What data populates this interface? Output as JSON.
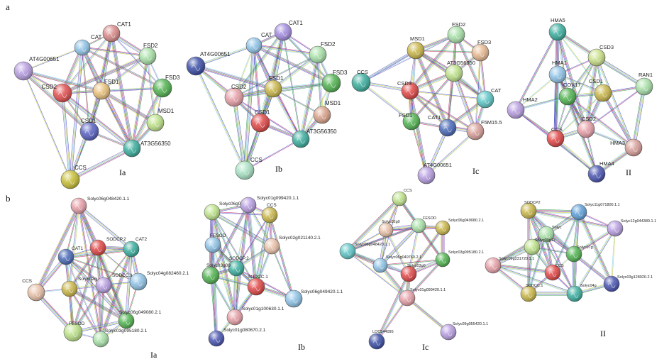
{
  "figure": {
    "row_labels": [
      "a",
      "b"
    ],
    "panels": [
      {
        "id": "a-Ia",
        "label": "Ia",
        "nodes": [
          {
            "id": "CAT1",
            "color": "#d98a8a"
          },
          {
            "id": "CAT",
            "color": "#8fc3e6"
          },
          {
            "id": "FSD2",
            "color": "#a8e0a8"
          },
          {
            "id": "AT4G00651",
            "color": "#b79ee0"
          },
          {
            "id": "CSD2",
            "color": "#e05050"
          },
          {
            "id": "FSD1",
            "color": "#e8c07a"
          },
          {
            "id": "FSD3",
            "color": "#52b352"
          },
          {
            "id": "MSD1",
            "color": "#bde28a"
          },
          {
            "id": "CSD1",
            "color": "#5a62c2"
          },
          {
            "id": "AT3G56350",
            "color": "#3cae9e"
          },
          {
            "id": "CCS",
            "color": "#c8bf38"
          }
        ]
      },
      {
        "id": "a-Ib",
        "label": "Ib",
        "nodes": [
          {
            "id": "CAT1",
            "color": "#a48ee0"
          },
          {
            "id": "CAT",
            "color": "#8fc3e6"
          },
          {
            "id": "FSD2",
            "color": "#a8e0a8"
          },
          {
            "id": "AT4G00651",
            "color": "#3c4fa6"
          },
          {
            "id": "CSD2",
            "color": "#e6a0a8"
          },
          {
            "id": "FSD1",
            "color": "#c9b64a"
          },
          {
            "id": "FSD3",
            "color": "#52b352"
          },
          {
            "id": "MSD1",
            "color": "#d8a28a"
          },
          {
            "id": "CSD1",
            "color": "#e04848"
          },
          {
            "id": "AT3G56350",
            "color": "#3cae9e"
          },
          {
            "id": "CCS",
            "color": "#a9e2c4"
          }
        ]
      },
      {
        "id": "a-Ic",
        "label": "Ic",
        "nodes": [
          {
            "id": "FSD2",
            "color": "#a8e0a8"
          },
          {
            "id": "MSD1",
            "color": "#c9b64a"
          },
          {
            "id": "FSD3",
            "color": "#e6b890"
          },
          {
            "id": "AT3G56350",
            "color": "#bde28a"
          },
          {
            "id": "CCS",
            "color": "#3cae9e"
          },
          {
            "id": "CSD3",
            "color": "#e04848"
          },
          {
            "id": "CAT",
            "color": "#5fc6c6"
          },
          {
            "id": "FSD1",
            "color": "#52b352"
          },
          {
            "id": "CAT1",
            "color": "#4a6ab8"
          },
          {
            "id": "F5M15.5",
            "color": "#d8a09a"
          },
          {
            "id": "AT4G00651",
            "color": "#b79ee0"
          }
        ]
      },
      {
        "id": "a-II",
        "label": "II",
        "nodes": [
          {
            "id": "HMA5",
            "color": "#3cae9e"
          },
          {
            "id": "CSD3",
            "color": "#c9e08a"
          },
          {
            "id": "HMA1",
            "color": "#8fc3e6"
          },
          {
            "id": "RAN1",
            "color": "#a8e0a8"
          },
          {
            "id": "COX17",
            "color": "#52b352"
          },
          {
            "id": "CSD1",
            "color": "#c9b64a"
          },
          {
            "id": "HMA2",
            "color": "#b79ee0"
          },
          {
            "id": "CCS",
            "color": "#e04848"
          },
          {
            "id": "CSD2",
            "color": "#e6a0a8"
          },
          {
            "id": "HMA3",
            "color": "#d8a09a"
          },
          {
            "id": "HMA4",
            "color": "#4a55b0"
          }
        ]
      },
      {
        "id": "b-Ia",
        "label": "Ia",
        "nodes": [
          {
            "id": "Solyc06g048420.1.1",
            "color": "#e6a0a8"
          },
          {
            "id": "CAT1",
            "color": "#4a6ab8"
          },
          {
            "id": "SODCP.2",
            "color": "#e04848"
          },
          {
            "id": "CAT2",
            "color": "#3cae9e"
          },
          {
            "id": "Solyc02g",
            "color": "#c9b64a"
          },
          {
            "id": "SODCC.1 2.1",
            "color": "#b79ee0"
          },
          {
            "id": "Solyc04g082460.2.1",
            "color": "#8fc3e6"
          },
          {
            "id": "CCS",
            "color": "#e8c0a8"
          },
          {
            "id": "Solyc06g049080.2.1",
            "color": "#52b352"
          },
          {
            "id": "FESOD",
            "color": "#bde28a"
          },
          {
            "id": "Solyc03g095180.2.1",
            "color": "#a8e0a8"
          }
        ]
      },
      {
        "id": "b-Ib",
        "label": "Ib",
        "nodes": [
          {
            "id": "Solyc06g049",
            "color": "#bde28a"
          },
          {
            "id": "Solyc01g099420.1.1",
            "color": "#b79ee0"
          },
          {
            "id": "CCS",
            "color": "#c9b64a"
          },
          {
            "id": "Solyc02g021140.2.1",
            "color": "#e8c0a8"
          },
          {
            "id": "FESOD",
            "color": "#8fc3e6"
          },
          {
            "id": "SODCP.2",
            "color": "#3cae9e"
          },
          {
            "id": "Solyc03g09",
            "color": "#52b352"
          },
          {
            "id": "SODCC.1",
            "color": "#e04848"
          },
          {
            "id": "Solyc06g049420.1.1",
            "color": "#8fc3e6"
          },
          {
            "id": "Solyc01g100630.1.1",
            "color": "#e6a0a8"
          },
          {
            "id": "Solyc01g080670.2.1",
            "color": "#4a55b0"
          }
        ]
      },
      {
        "id": "b-Ic",
        "label": "Ic",
        "nodes": [
          {
            "id": "CCS",
            "color": "#bde28a"
          },
          {
            "id": "FESOD",
            "color": "#a8e0a8"
          },
          {
            "id": "Solyc06g049080.2.1",
            "color": "#c9b64a"
          },
          {
            "id": "Solyc06g048420.1.1",
            "color": "#5fc6c6"
          },
          {
            "id": "Solyc03g095180.2.1",
            "color": "#52b352"
          },
          {
            "id": "Solyc02g0",
            "color": "#e8c0a8"
          },
          {
            "id": "Solyc06g049760.2.1",
            "color": "#8fc3e6"
          },
          {
            "id": "Solyc03g0",
            "color": "#e04848"
          },
          {
            "id": "Solyc01g099420.1.1",
            "color": "#e6a0a8"
          },
          {
            "id": "Solyc09g055420.1.1",
            "color": "#b79ee0"
          },
          {
            "id": "LOC544095",
            "color": "#3c4fa6"
          }
        ]
      },
      {
        "id": "b-II",
        "label": "II",
        "nodes": [
          {
            "id": "SODCP2",
            "color": "#c9b64a"
          },
          {
            "id": "Solyc11g071800.1.1",
            "color": "#5fa0d8"
          },
          {
            "id": "Solyc12g044380.1.1",
            "color": "#b79ee0"
          },
          {
            "id": "Solyc",
            "color": "#a8e0a8"
          },
          {
            "id": "Solyc03g12",
            "color": "#bde28a"
          },
          {
            "id": "Solyc09g231720.1.1",
            "color": "#e6a0a8"
          },
          {
            "id": "Solyc07g",
            "color": "#52b352"
          },
          {
            "id": "CCS",
            "color": "#e04848"
          },
          {
            "id": "SODCC.1",
            "color": "#c9b64a"
          },
          {
            "id": "Solyc04g",
            "color": "#3cae9e"
          },
          {
            "id": "Solyc03g128020.2.1",
            "color": "#4a55b0"
          }
        ]
      }
    ]
  }
}
